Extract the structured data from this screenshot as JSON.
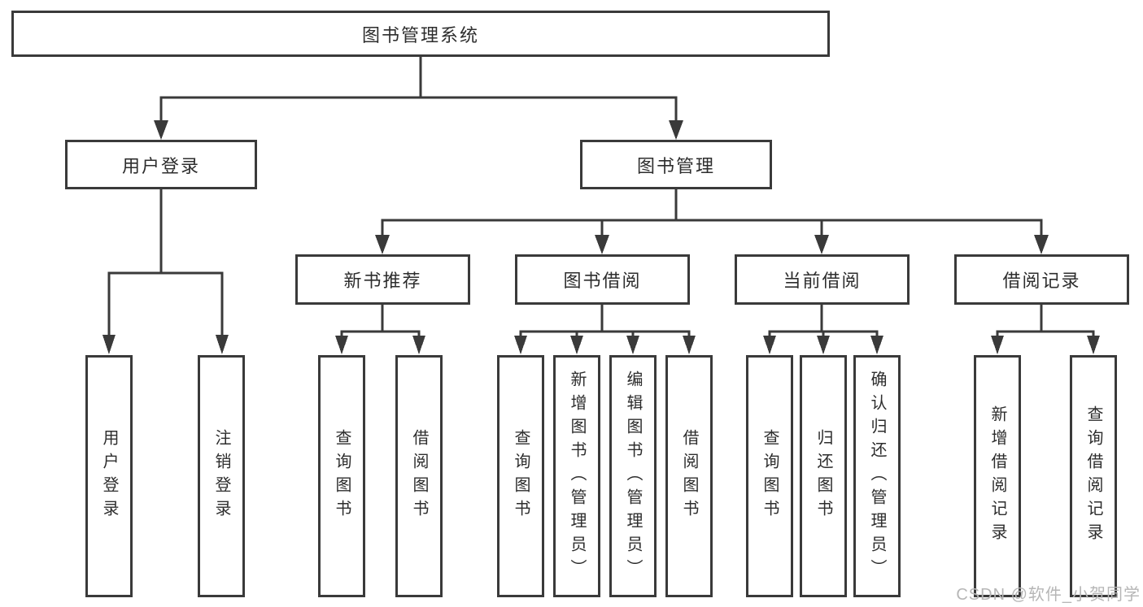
{
  "tree": {
    "label": "图书管理系统",
    "children": [
      {
        "label": "用户登录",
        "children": [
          {
            "label": "用户登录"
          },
          {
            "label": "注销登录"
          }
        ]
      },
      {
        "label": "图书管理",
        "children": [
          {
            "label": "新书推荐",
            "children": [
              {
                "label": "查询图书"
              },
              {
                "label": "借阅图书"
              }
            ]
          },
          {
            "label": "图书借阅",
            "children": [
              {
                "label": "查询图书"
              },
              {
                "label": "新增图书（管理员）"
              },
              {
                "label": "编辑图书（管理员）"
              },
              {
                "label": "借阅图书"
              }
            ]
          },
          {
            "label": "当前借阅",
            "children": [
              {
                "label": "查询图书"
              },
              {
                "label": "归还图书"
              },
              {
                "label": "确认归还（管理员）"
              }
            ]
          },
          {
            "label": "借阅记录",
            "children": [
              {
                "label": "新增借阅记录"
              },
              {
                "label": "查询借阅记录"
              }
            ]
          }
        ]
      }
    ]
  },
  "watermark": {
    "text": "CSDN @软件_小贺同学"
  },
  "colors": {
    "line": "#3a3a3a",
    "text": "#2d2d2d",
    "watermark": "#b6b6b6",
    "background": "#ffffff"
  }
}
